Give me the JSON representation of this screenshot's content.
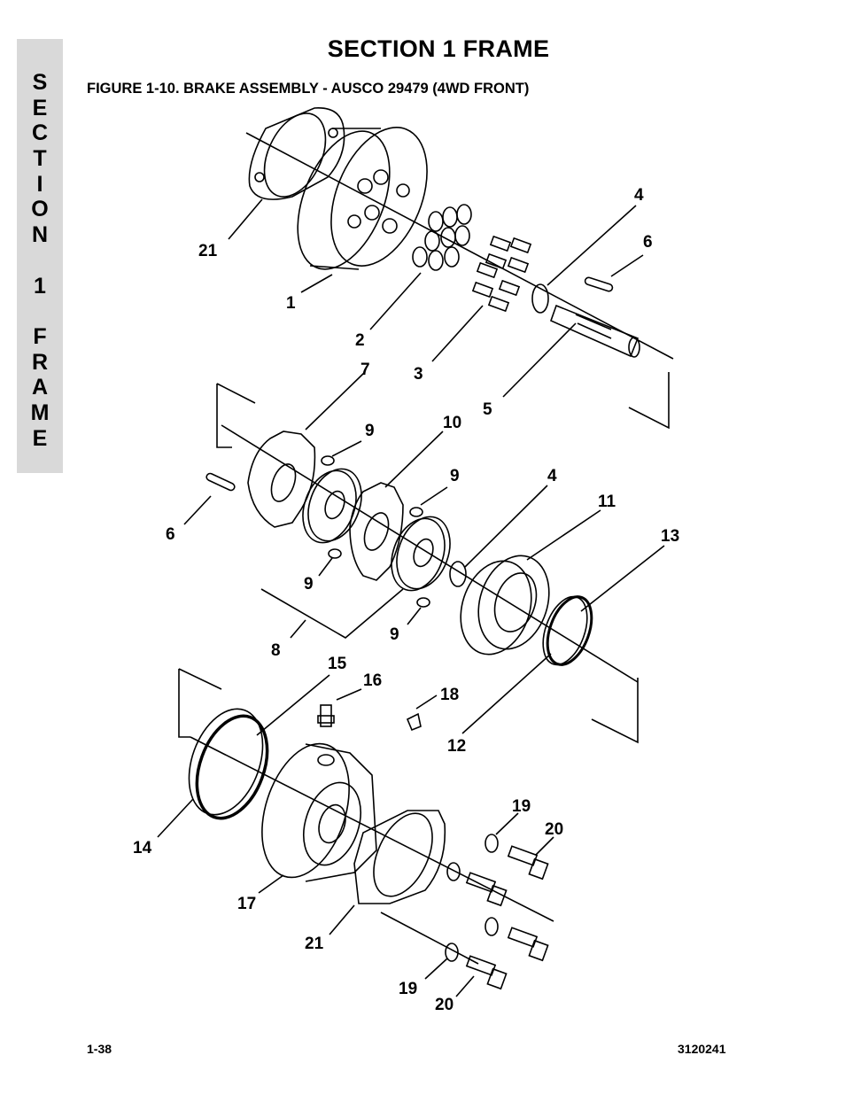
{
  "side_tab": {
    "letters": [
      "S",
      "E",
      "C",
      "T",
      "I",
      "O",
      "N",
      "",
      "1",
      "",
      "F",
      "R",
      "A",
      "M",
      "E"
    ]
  },
  "header": {
    "section_title": "SECTION 1  FRAME",
    "figure_caption": "FIGURE 1-10.  BRAKE ASSEMBLY - AUSCO 29479 (4WD FRONT)"
  },
  "callouts": {
    "c21a": "21",
    "c1": "1",
    "c2": "2",
    "c3": "3",
    "c4a": "4",
    "c5": "5",
    "c6a": "6",
    "c7": "7",
    "c9a": "9",
    "c10": "10",
    "c9b": "9",
    "c4b": "4",
    "c11": "11",
    "c13": "13",
    "c6b": "6",
    "c9c": "9",
    "c9d": "9",
    "c8": "8",
    "c15": "15",
    "c16": "16",
    "c18": "18",
    "c12": "12",
    "c14": "14",
    "c17": "17",
    "c19a": "19",
    "c20a": "20",
    "c21b": "21",
    "c19b": "19",
    "c20b": "20"
  },
  "footer": {
    "page_number": "1-38",
    "doc_number": "3120241"
  }
}
